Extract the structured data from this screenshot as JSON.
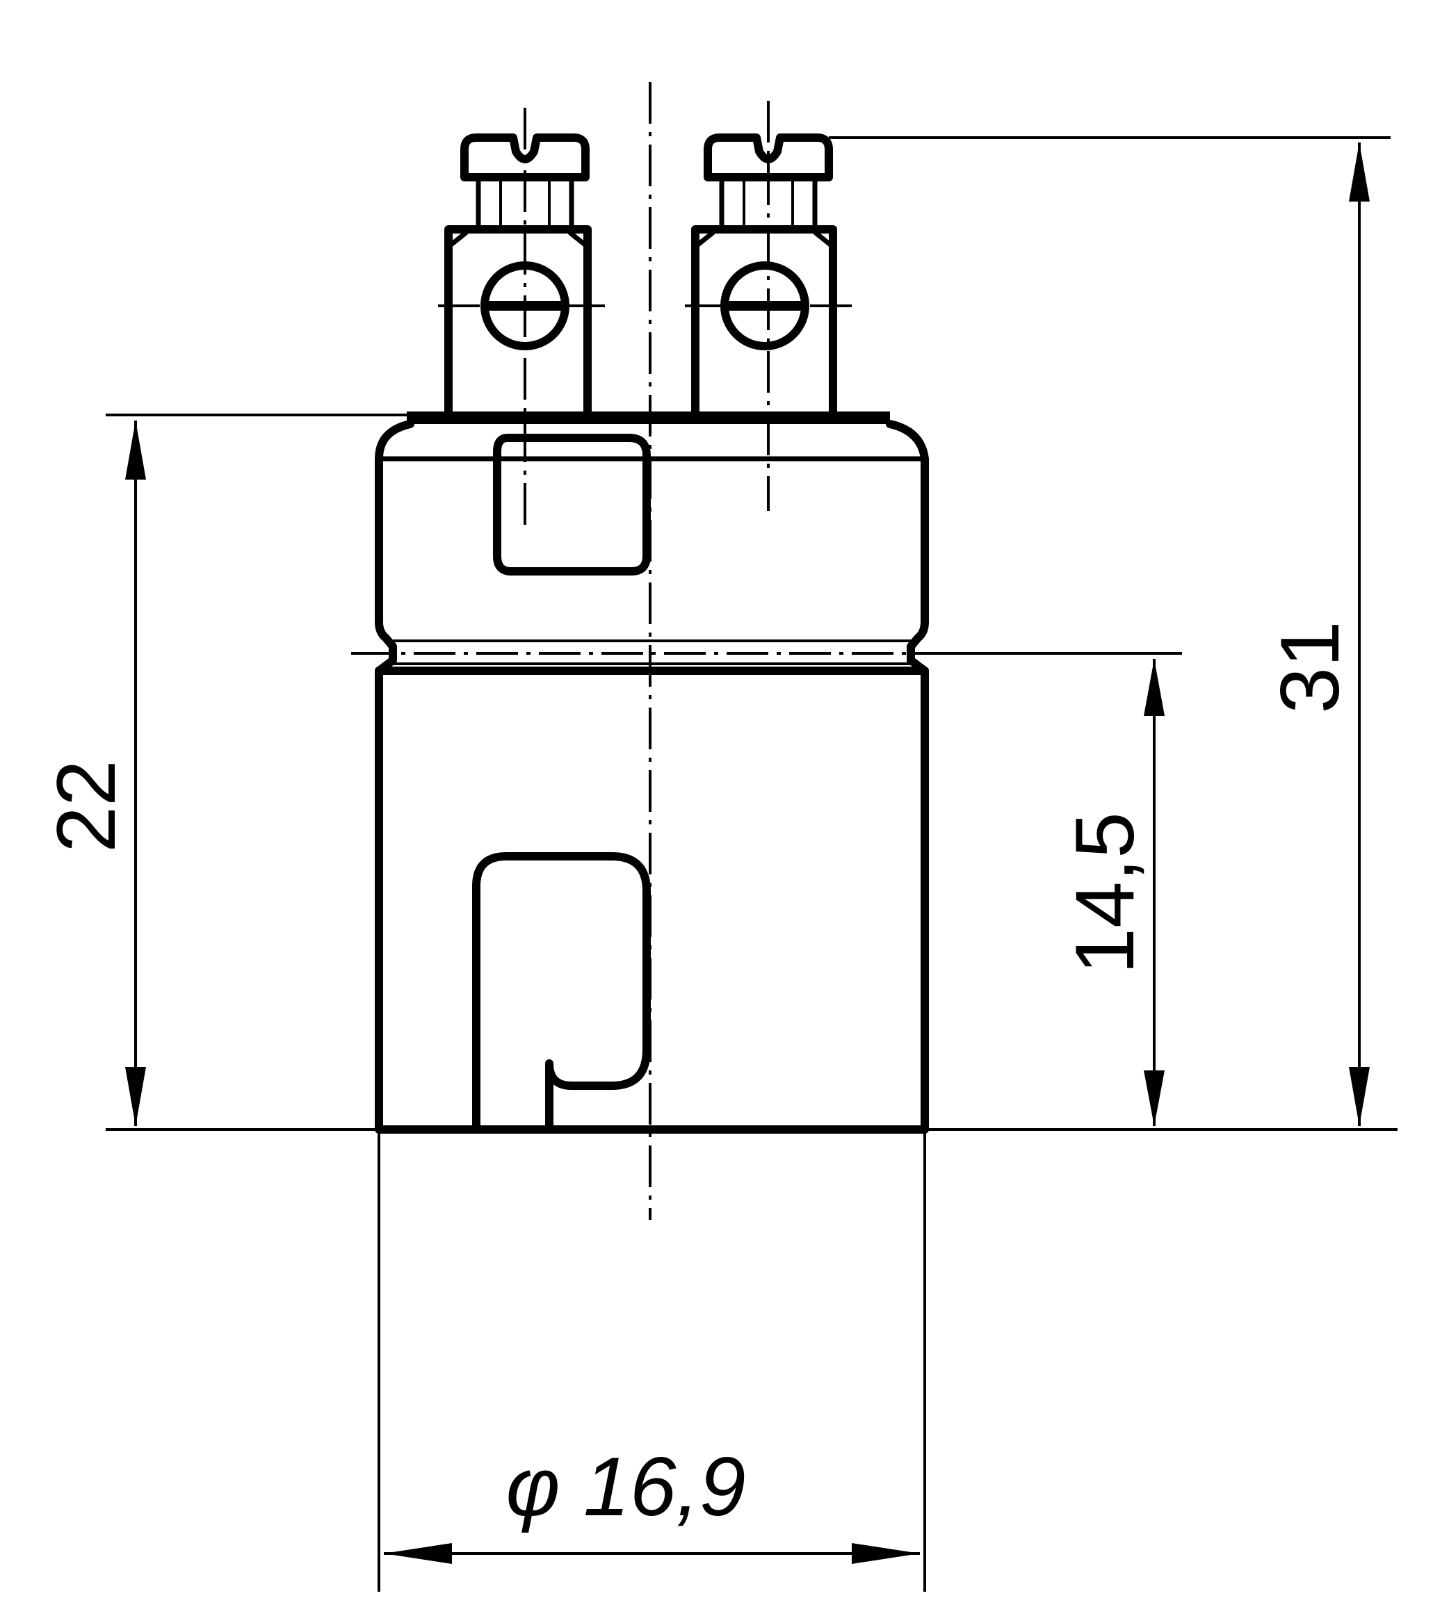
{
  "drawing": {
    "dimensions": {
      "overall_height": "31",
      "body_height": "22",
      "lower_height": "14,5",
      "diameter": "φ 16,9"
    }
  }
}
